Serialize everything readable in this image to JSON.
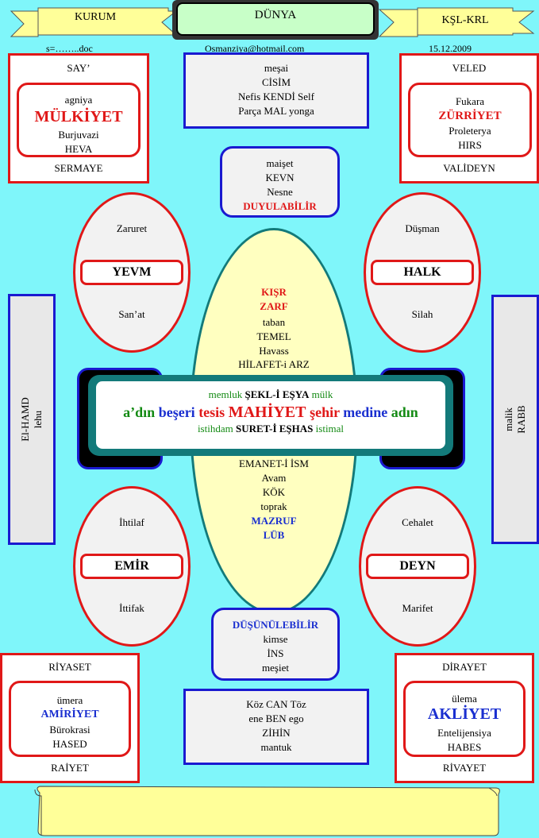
{
  "header": {
    "left_banner": "KURUM",
    "center_title": "DÜNYA",
    "right_banner": "KŞL-KRL",
    "file_label": "s=……..doc",
    "email": "Osmanziya@hotmail.com",
    "date": "15.12.2009"
  },
  "top_left": {
    "top": "SAY’",
    "l1": "agniya",
    "l2": "MÜLKİYET",
    "l3": "Burjuvazi",
    "l4": "HEVA",
    "bottom": "SERMAYE"
  },
  "top_right": {
    "top": "VELED",
    "l1": "Fukara",
    "l2": "ZÜRRİYET",
    "l3": "Proleterya",
    "l4": "HIRS",
    "bottom": "VALİDEYN"
  },
  "top_center": {
    "l1": "meşai",
    "l2": "CİSİM",
    "l3": "Nefis KENDİ Self",
    "l4": "Parça  MAL  yonga"
  },
  "upper_mid": {
    "l1": "maişet",
    "l2": "KEVN",
    "l3": "Nesne",
    "l4": "DUYULABİLİR"
  },
  "ellipse_tl": {
    "top": "Zaruret",
    "label": "YEVM",
    "bottom": "San’at"
  },
  "ellipse_tr": {
    "top": "Düşman",
    "label": "HALK",
    "bottom": "Silah"
  },
  "ellipse_bl": {
    "top": "İhtilaf",
    "label": "EMİR",
    "bottom": "İttifak"
  },
  "ellipse_br": {
    "top": "Cehalet",
    "label": "DEYN",
    "bottom": "Marifet"
  },
  "center_oval": {
    "upper": [
      "KIŞR",
      "ZARF",
      "taban",
      "TEMEL",
      "Havass",
      "HİLAFET-i ARZ"
    ],
    "lower": [
      "EMANET-İ İSM",
      "Avam",
      "KÖK",
      "toprak",
      "MAZRUF",
      "LÜB"
    ]
  },
  "center_bar": {
    "r1_a": "memluk ",
    "r1_b": "ŞEKL-İ EŞYA",
    "r1_c": " mülk",
    "r2_a": "a’dın ",
    "r2_b": "beşeri ",
    "r2_c": "tesis ",
    "r2_d": "MAHİYET ",
    "r2_e": "şehir ",
    "r2_f": "medine ",
    "r2_g": "adın",
    "r3_a": "istihdam ",
    "r3_b": "SURET-İ EŞHAS",
    "r3_c": "  istimal"
  },
  "left_side": {
    "l1": "El-HAMD",
    "l2": "lehu"
  },
  "right_side": {
    "l1": "malik",
    "l2": "RABB"
  },
  "lower_mid": {
    "l1": "DÜŞÜNÜLEBİLİR",
    "l2": "kimse",
    "l3": "İNS",
    "l4": "meşiet"
  },
  "bottom_center": {
    "l1": "Köz CAN Töz",
    "l2": "ene BEN  ego",
    "l3": "ZİHİN",
    "l4": "mantuk"
  },
  "bottom_left": {
    "top": "RİYASET",
    "l1": "ümera",
    "l2": "AMİRİYET",
    "l3": "Bürokrasi",
    "l4": "HASED",
    "bottom": "RAİYET"
  },
  "bottom_right": {
    "top": "DİRAYET",
    "l1": "ülema",
    "l2": "AKLİYET",
    "l3": "Entelijensiya",
    "l4": "HABES",
    "bottom": "RİVAYET"
  },
  "colors": {
    "background": "#7ff6fa",
    "red": "#e01818",
    "blue": "#1a1ad0",
    "green": "#138a13",
    "oval": "#ffffc0",
    "bar": "#137a7a"
  }
}
